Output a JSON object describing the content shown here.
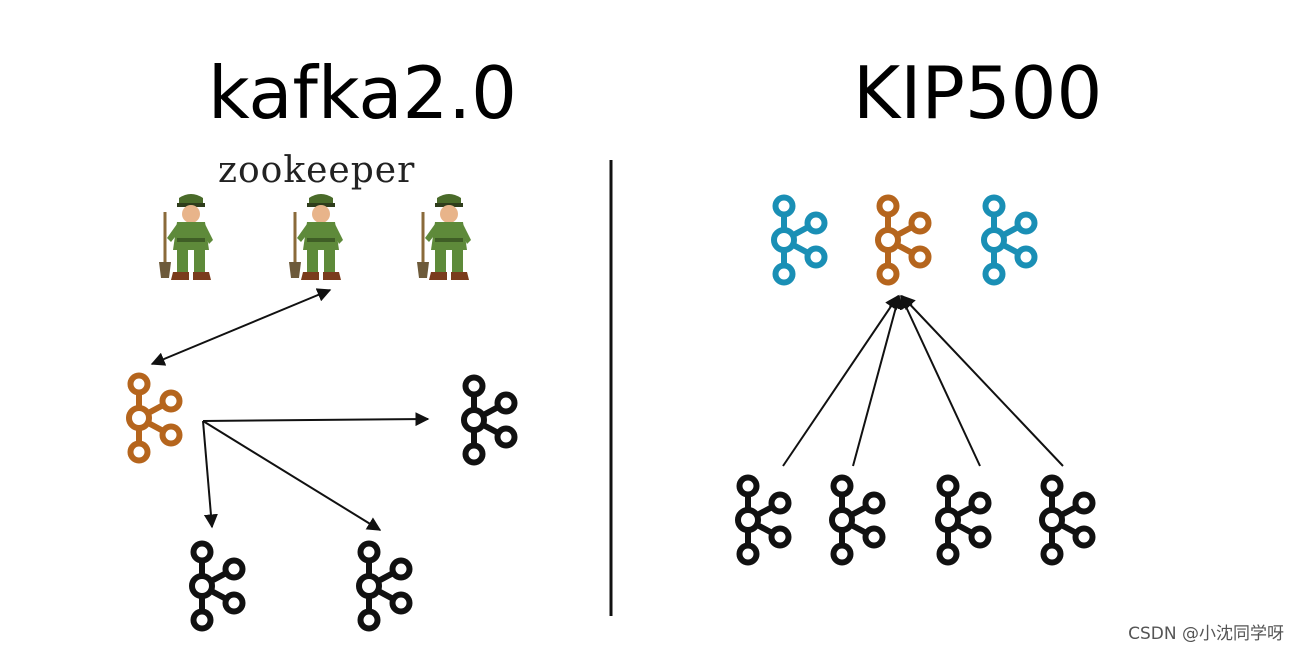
{
  "left_panel": {
    "title": "kafka2.0",
    "zookeeper_label": "zookeeper"
  },
  "right_panel": {
    "title": "KIP500"
  },
  "watermark": "CSDN @小沈同学呀",
  "colors": {
    "controller": "#b5651d",
    "controller_quorum": "#1a8fb5",
    "broker": "#111111",
    "zk_keeper_uniform": "#5e8a3a",
    "zk_keeper_face": "#e8b48a",
    "divider": "#111111"
  },
  "icons": {
    "kafka_node": "kafka-logo-icon",
    "zookeeper_node": "zookeeper-keeper-icon"
  }
}
